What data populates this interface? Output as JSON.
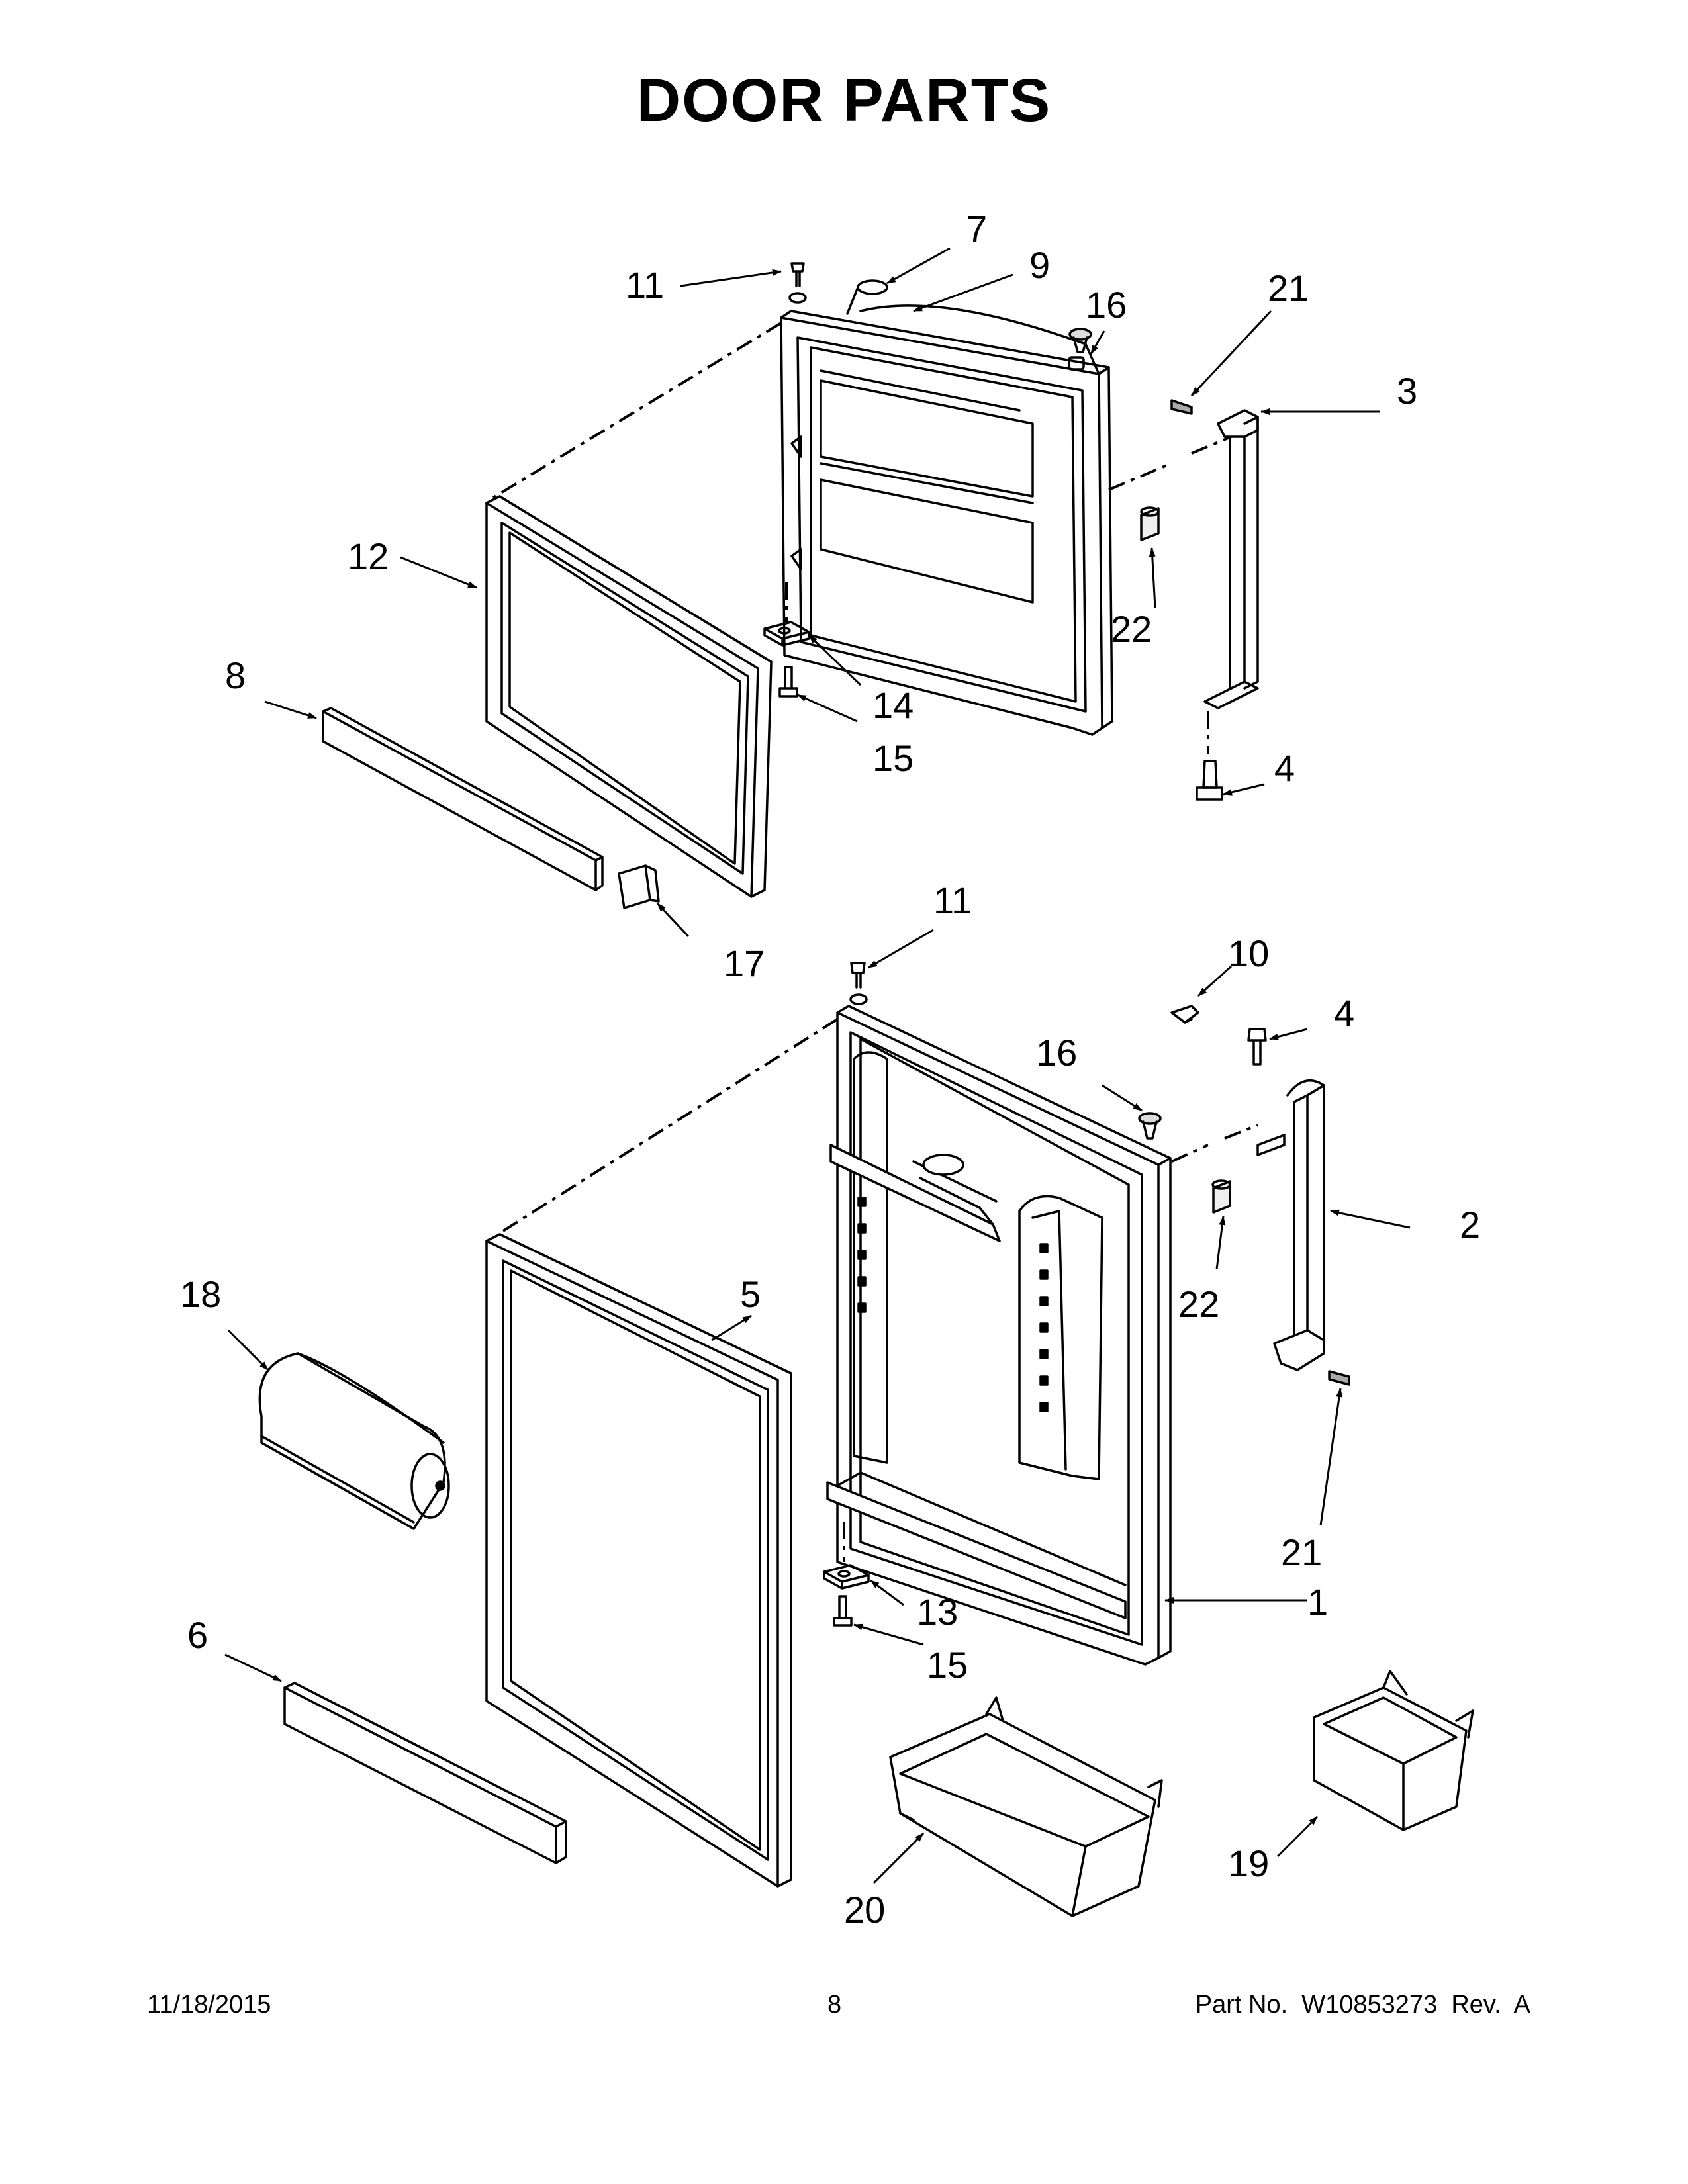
{
  "title": "DOOR PARTS",
  "footer": {
    "date": "11/18/2015",
    "page": "8",
    "part_number": "Part No.  W10853273  Rev.  A"
  },
  "callouts": {
    "c1": "1",
    "c2": "2",
    "c3": "3",
    "c4a": "4",
    "c4b": "4",
    "c5": "5",
    "c6": "6",
    "c7": "7",
    "c8": "8",
    "c9": "9",
    "c10": "10",
    "c11a": "11",
    "c11b": "11",
    "c12": "12",
    "c13": "13",
    "c14": "14",
    "c15a": "15",
    "c15b": "15",
    "c16a": "16",
    "c16b": "16",
    "c17": "17",
    "c18": "18",
    "c19": "19",
    "c20": "20",
    "c21a": "21",
    "c21b": "21",
    "c22a": "22",
    "c22b": "22"
  }
}
